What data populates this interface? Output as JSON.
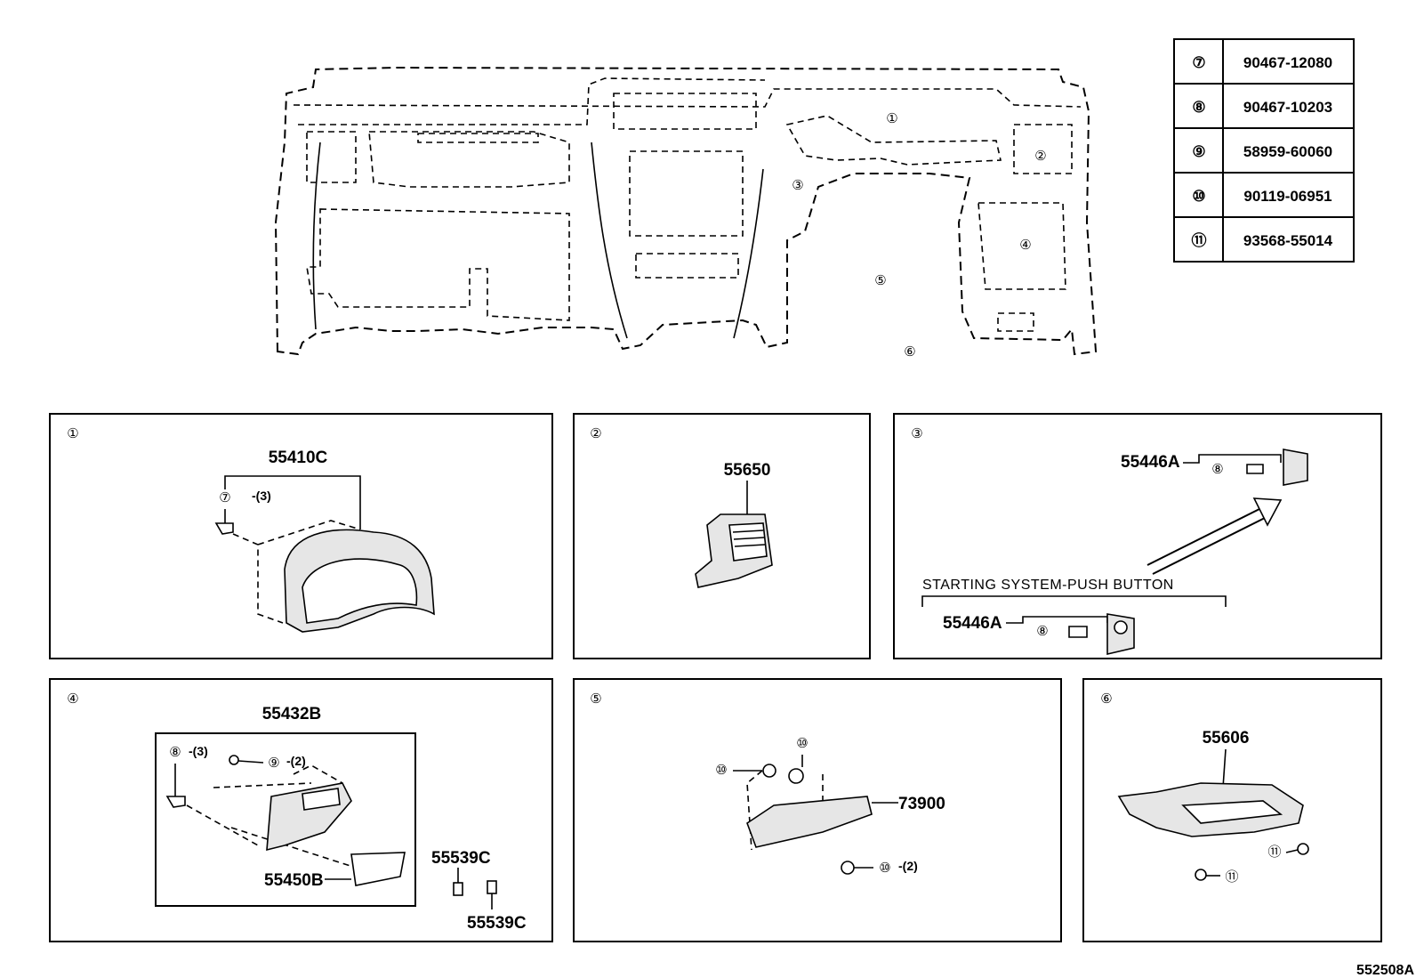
{
  "parts_table": [
    {
      "no": "⑦",
      "part": "90467-12080"
    },
    {
      "no": "⑧",
      "part": "90467-10203"
    },
    {
      "no": "⑨",
      "part": "58959-60060"
    },
    {
      "no": "⑩",
      "part": "90119-06951"
    },
    {
      "no": "⑪",
      "part": "93568-55014"
    }
  ],
  "overview_callouts": [
    "①",
    "②",
    "③",
    "④",
    "⑤",
    "⑥"
  ],
  "panel1": {
    "no": "①",
    "part": "55410C",
    "fastener": "⑦",
    "fastener_qty": "-(3)"
  },
  "panel2": {
    "no": "②",
    "part": "55650"
  },
  "panel3": {
    "no": "③",
    "part_top": "55446A",
    "fastener_top": "⑧",
    "caption": "STARTING SYSTEM-PUSH BUTTON",
    "part_bottom": "55446A",
    "fastener_bottom": "⑧"
  },
  "panel4": {
    "no": "④",
    "part": "55432B",
    "fastener_a": "⑧",
    "fastener_a_qty": "-(3)",
    "fastener_b": "⑨",
    "fastener_b_qty": "-(2)",
    "part_box": "55450B",
    "part_clip_a": "55539C",
    "part_clip_b": "55539C"
  },
  "panel5": {
    "no": "⑤",
    "part": "73900",
    "fastener_a": "⑩",
    "fastener_b": "⑩",
    "fastener_c": "⑩",
    "fastener_c_qty": "-(2)"
  },
  "panel6": {
    "no": "⑥",
    "part": "55606",
    "fastener_a": "⑪",
    "fastener_b": "⑪"
  },
  "illustration_ref": "552508A"
}
